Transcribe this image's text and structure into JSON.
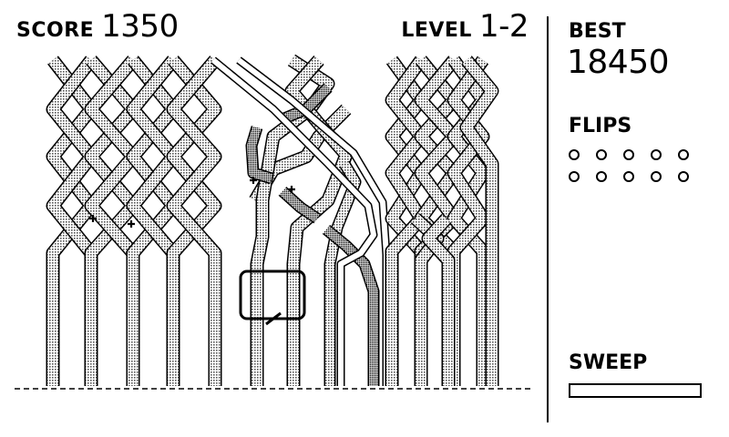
{
  "hud": {
    "score_label": "SCORE",
    "score_value": "1350",
    "level_label": "LEVEL",
    "level_value": "1-2"
  },
  "sidebar": {
    "best_label": "BEST",
    "best_value": "18450",
    "flips_label": "FLIPS",
    "flips_total": 10,
    "flips_used": 0,
    "sweep_label": "SWEEP",
    "sweep_fraction": 0.0
  },
  "colors": {
    "ink": "#000000",
    "background": "#ffffff",
    "strand_fill": "#b4b4b4",
    "strand_dark": "#6a6a6a"
  },
  "icons": {
    "cursor": "selection-box-icon",
    "marker": "plus-marker-icon"
  }
}
